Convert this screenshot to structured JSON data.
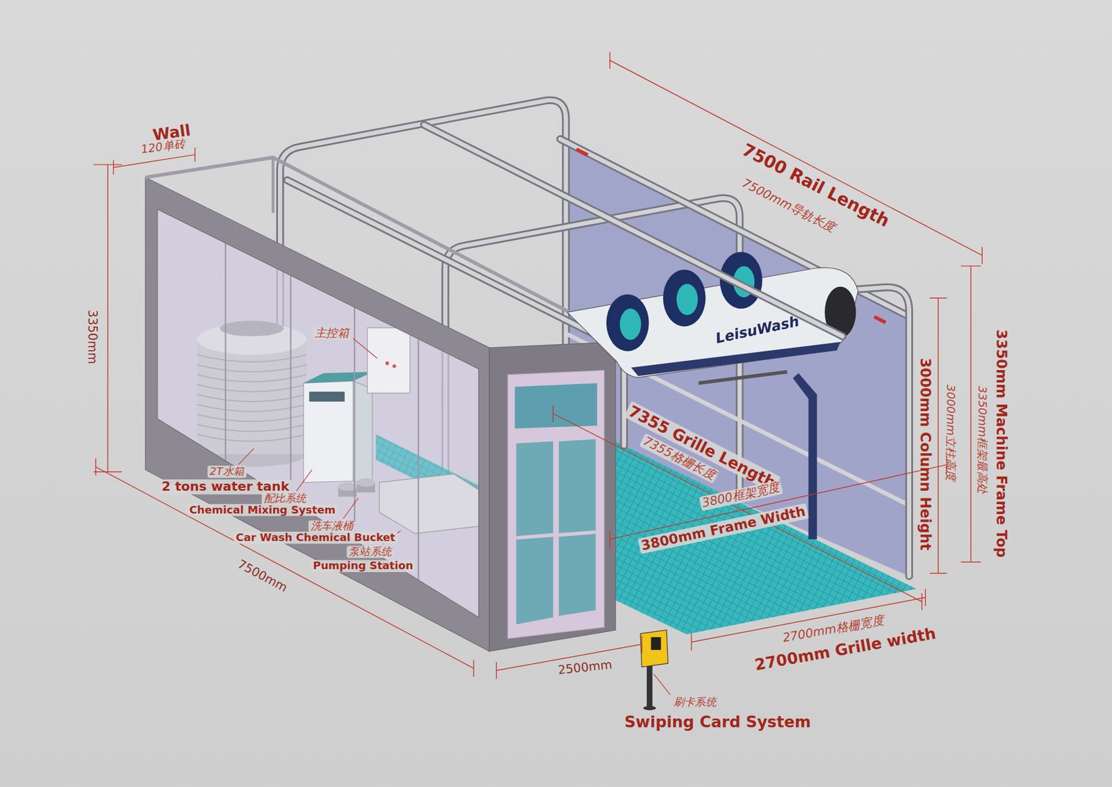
{
  "diagram": {
    "labels": [
      "Wall",
      "120单砖",
      "3350mm",
      "7500 Rail Length",
      "7500mm导轨长度",
      "3350mm Machine Frame Top",
      "3350mm框架最高处",
      "3000mm Column Height",
      "3000mm立柱高度",
      "主控箱",
      "7355 Grille Length",
      "7355格栅长度",
      "3800框架宽度",
      "3800mm Frame Width",
      "2T水箱",
      "2 tons water tank",
      "配比系统",
      "Chemical Mixing System",
      "洗车液桶",
      "Car Wash Chemical Bucket",
      "泵站系统",
      "Pumping Station",
      "7500mm",
      "2500mm",
      "2700mm格栅宽度",
      "2700mm Grille width",
      "刷卡系统",
      "Swiping Card System",
      "LeisuWash"
    ]
  }
}
